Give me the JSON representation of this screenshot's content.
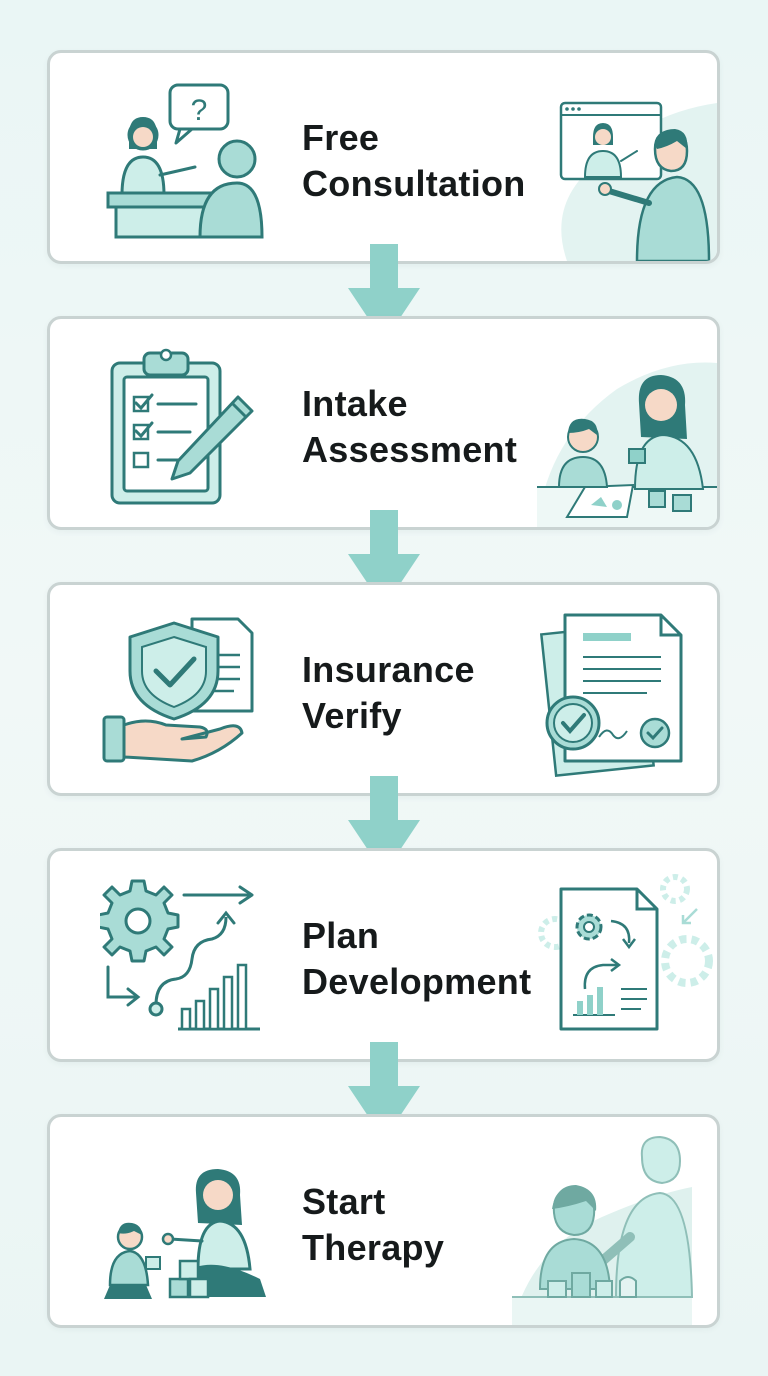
{
  "steps": [
    {
      "line1": "Free",
      "line2": "Consultation",
      "left_icon": "consultation-meeting-icon",
      "right_icon": "video-call-icon"
    },
    {
      "line1": "Intake",
      "line2": "Assessment",
      "left_icon": "clipboard-checklist-icon",
      "right_icon": "child-assessment-icon"
    },
    {
      "line1": "Insurance",
      "line2": "Verify",
      "left_icon": "shield-document-hand-icon",
      "right_icon": "approved-document-icon"
    },
    {
      "line1": "Plan",
      "line2": "Development",
      "left_icon": "gear-growth-chart-icon",
      "right_icon": "plan-document-gears-icon"
    },
    {
      "line1": "Start",
      "line2": "Therapy",
      "left_icon": "therapist-child-play-icon",
      "right_icon": "adult-child-blocks-icon"
    }
  ],
  "colors": {
    "teal": "#2f7a78",
    "teal_light": "#a9dcd6",
    "teal_fill": "#cdeee9",
    "arrow": "#8fd1c9",
    "border": "#c9d3d2",
    "text": "#161a1b",
    "skin": "#f6d9c7"
  }
}
